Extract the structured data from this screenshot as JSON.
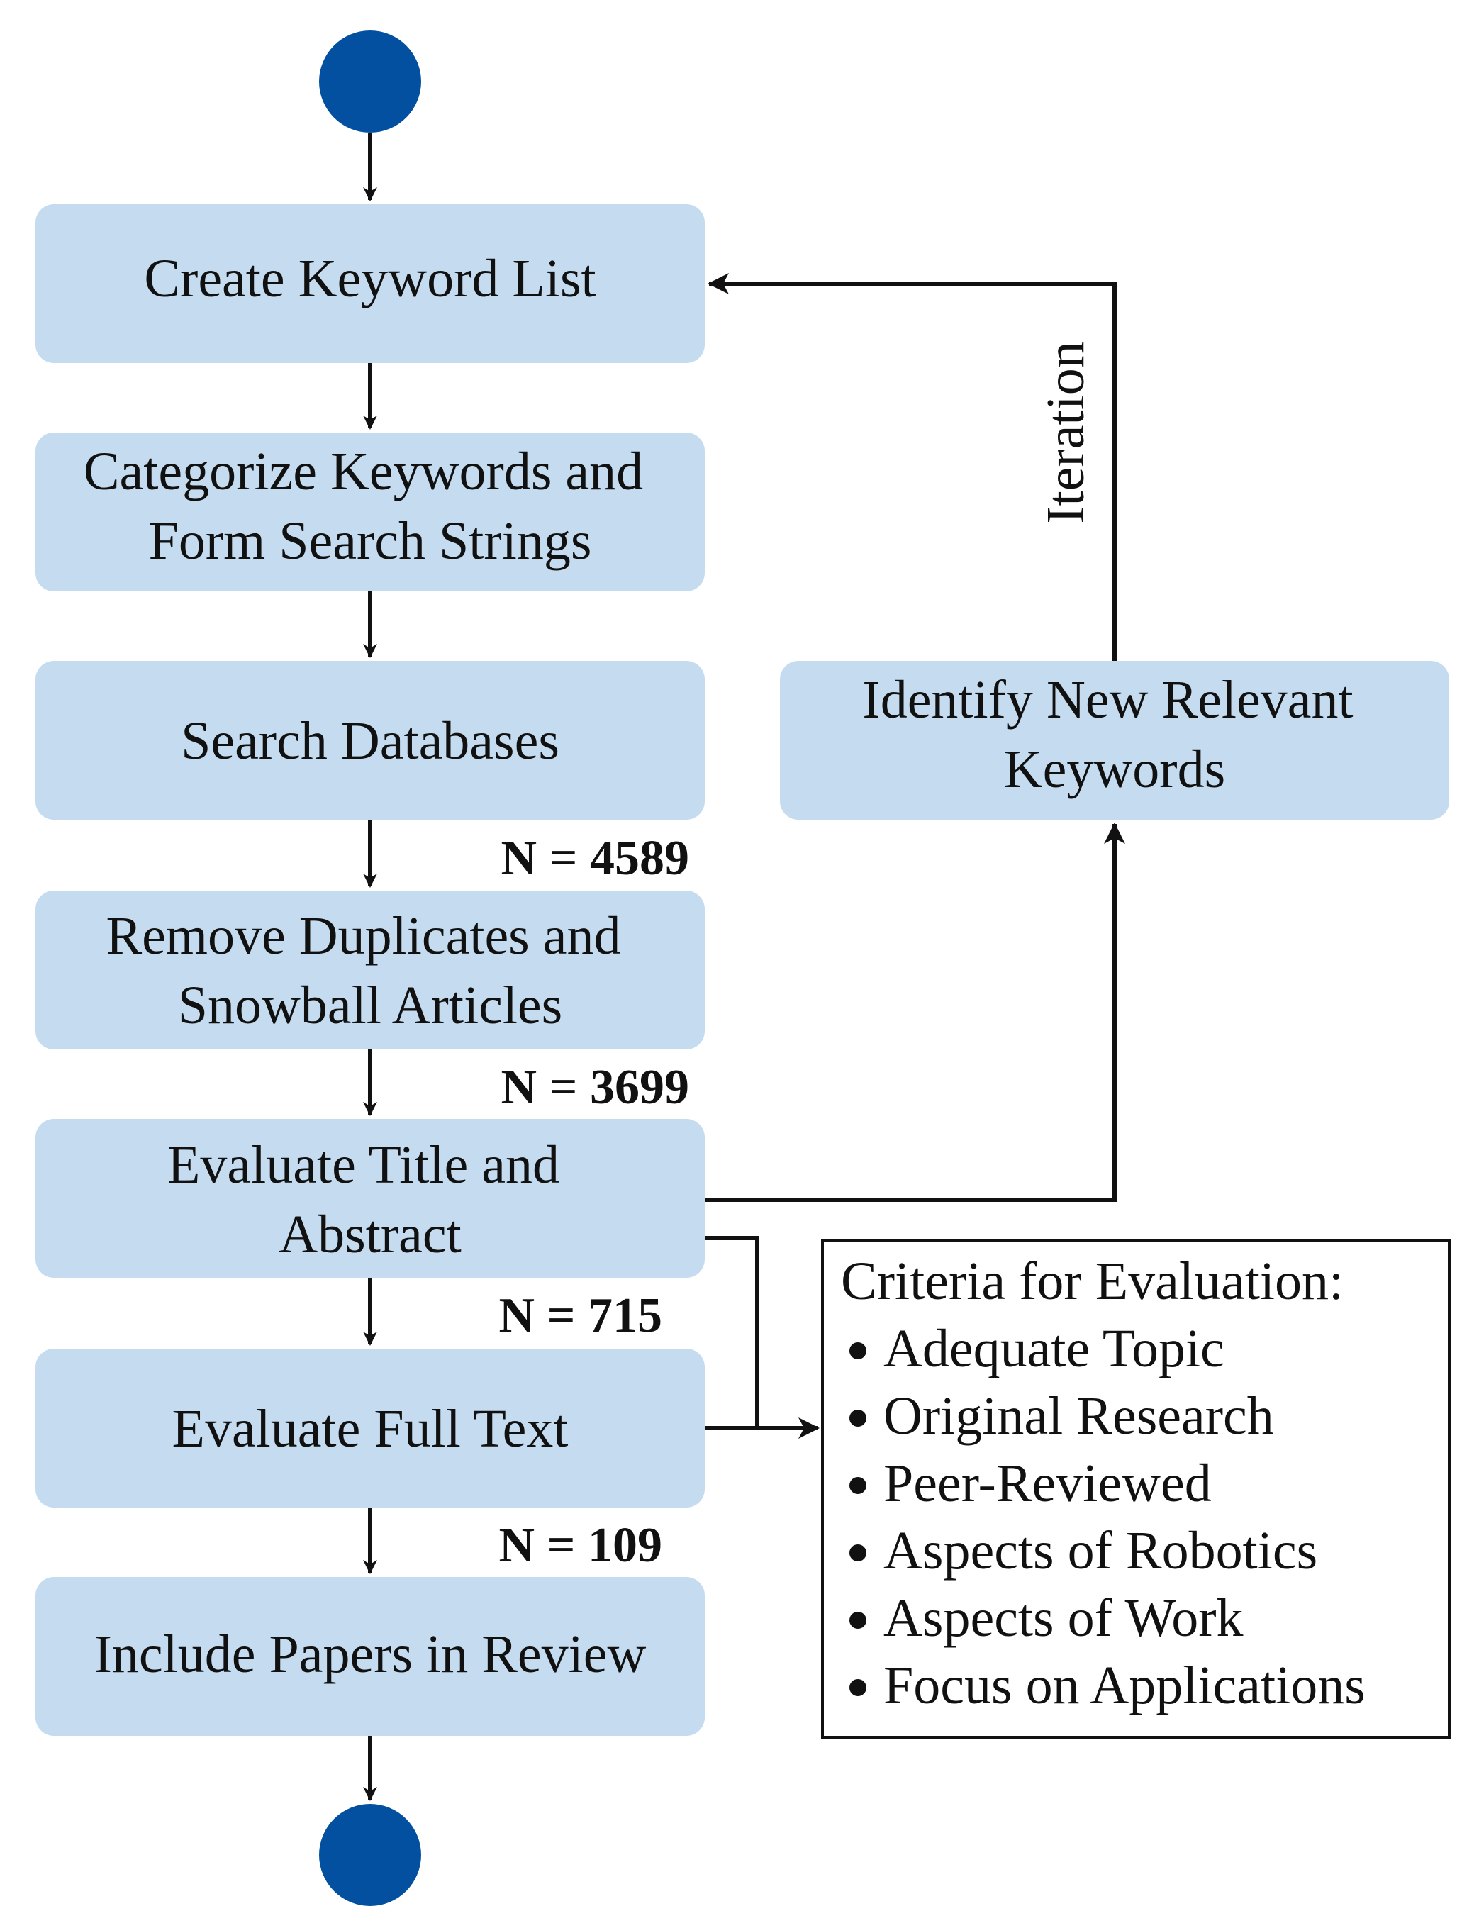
{
  "diagram": {
    "steps": [
      {
        "id": "create",
        "lines": [
          "Create Keyword List"
        ]
      },
      {
        "id": "categorize",
        "lines": [
          "Categorize Keywords and",
          "Form Search Strings"
        ]
      },
      {
        "id": "search",
        "lines": [
          "Search Databases"
        ]
      },
      {
        "id": "remove",
        "lines": [
          "Remove Duplicates and",
          "Snowball Articles"
        ]
      },
      {
        "id": "title",
        "lines": [
          "Evaluate Title and",
          "Abstract"
        ]
      },
      {
        "id": "fulltext",
        "lines": [
          "Evaluate Full Text"
        ]
      },
      {
        "id": "include",
        "lines": [
          "Include Papers in Review"
        ]
      }
    ],
    "side_step": {
      "id": "identify",
      "lines": [
        "Identify New Relevant",
        "Keywords"
      ]
    },
    "counts": [
      "N = 4589",
      "N = 3699",
      "N = 715",
      "N = 109"
    ],
    "iteration_label": "Iteration",
    "criteria": {
      "heading": "Criteria for Evaluation:",
      "items": [
        "Adequate Topic",
        "Original Research",
        "Peer-Reviewed",
        "Aspects of Robotics",
        "Aspects of Work",
        "Focus on Applications"
      ]
    },
    "colors": {
      "box_fill": "#c5dcf0",
      "terminal_fill": "#0350a0",
      "line": "#111111",
      "criteria_border": "#111111"
    }
  }
}
